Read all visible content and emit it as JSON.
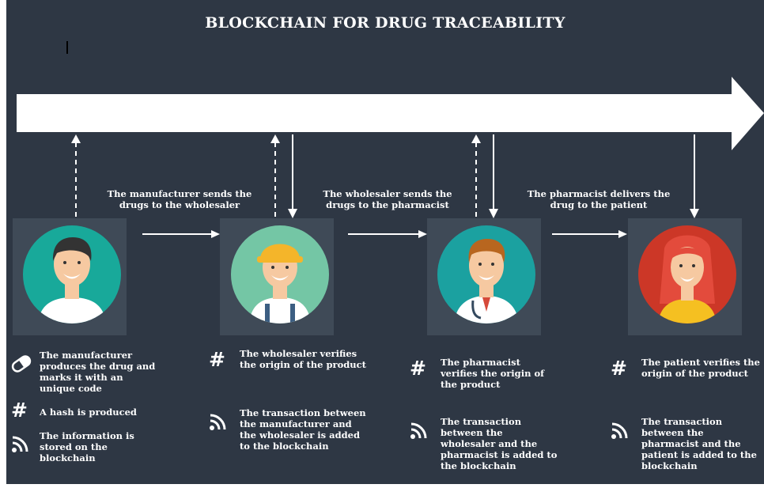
{
  "title": "BLOCKCHAIN FOR DRUG TRACEABILITY",
  "flows": [
    "The manufacturer sends the drugs to the wholesaler",
    "The wholesaler sends the drugs to the pharmacist",
    "The pharmacist delivers the drug to the patient"
  ],
  "actors": [
    {
      "name": "manufacturer",
      "colors": {
        "circle": "#18a99a",
        "skin": "#f6c9a1",
        "hair": "#333333",
        "shirt": "#ffffff"
      },
      "notes": [
        {
          "icon": "pill-icon",
          "text": "The manufacturer produces the drug and marks it with an unique code"
        },
        {
          "icon": "hash-icon",
          "text": "A hash is produced"
        },
        {
          "icon": "rss-icon",
          "text": "The information is stored on the blockchain"
        }
      ]
    },
    {
      "name": "wholesaler",
      "colors": {
        "circle": "#74c6a5",
        "skin": "#f6c9a1",
        "helmet": "#f4b52a",
        "overalls": "#3c5e82"
      },
      "notes": [
        {
          "icon": "hash-icon",
          "text": "The wholesaler verifies the origin of the product"
        },
        {
          "icon": "rss-icon",
          "text": "The transaction between the manufacturer and the wholesaler is added to the blockchain"
        }
      ]
    },
    {
      "name": "pharmacist",
      "colors": {
        "circle": "#1ba1a0",
        "skin": "#f6c9a1",
        "hair": "#b8661f",
        "coat": "#ffffff",
        "tie": "#d64a3a"
      },
      "notes": [
        {
          "icon": "hash-icon",
          "text": "The pharmacist verifies the origin of the product"
        },
        {
          "icon": "rss-icon",
          "text": "The transaction between the wholesaler and the pharmacist is added to the blockchain"
        }
      ]
    },
    {
      "name": "patient",
      "colors": {
        "circle": "#cc3727",
        "skin": "#f6c9a1",
        "hair": "#e34b3c",
        "shirt": "#f5c021"
      },
      "notes": [
        {
          "icon": "hash-icon",
          "text": "The patient verifies the origin of the product"
        },
        {
          "icon": "rss-icon",
          "text": "The transaction between the pharmacist and the patient is added to the blockchain"
        }
      ]
    }
  ]
}
